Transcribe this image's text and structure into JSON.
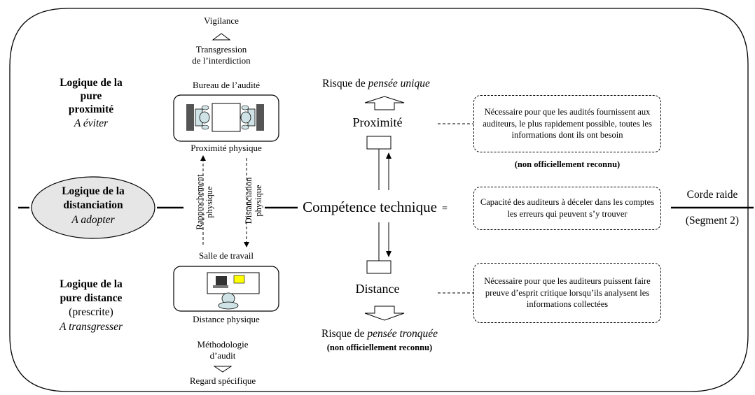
{
  "top": {
    "vigilance": "Vigilance",
    "transgression_line1": "Transgression",
    "transgression_line2": "de l’interdiction"
  },
  "left": {
    "pure_proximity_line1": "Logique de la",
    "pure_proximity_line2": "pure",
    "pure_proximity_line3": "proximité",
    "pure_proximity_advice": "A éviter",
    "distanciation_line1": "Logique de la",
    "distanciation_line2": "distanciation",
    "distanciation_advice": "A adopter",
    "pure_distance_line1": "Logique de la",
    "pure_distance_line2": "pure distance",
    "pure_distance_note": "(prescrite)",
    "pure_distance_advice": "A transgresser"
  },
  "center": {
    "office_title": "Bureau de l’audité",
    "physical_proximity": "Proximité physique",
    "rapprochement_line1": "Rapprochement",
    "rapprochement_line2": "physique",
    "distanciation_line1": "Distanciation",
    "distanciation_line2": "physique",
    "workroom_title": "Salle de travail",
    "physical_distance": "Distance physique",
    "methodology_line1": "Méthodologie",
    "methodology_line2": "d’audit",
    "specific_view": "Regard spécifique"
  },
  "axis": {
    "risk_top_prefix": "Risque de ",
    "risk_top_italic": "pensée unique",
    "proximity": "Proximité",
    "competence": "Compétence technique",
    "equals": "=",
    "distance": "Distance",
    "risk_bottom_prefix": "Risque de ",
    "risk_bottom_italic": "pensée tronquée",
    "risk_bottom_note": "(non officiellement reconnu)"
  },
  "right": {
    "box_top": "Nécessaire pour que les audités fournissent aux auditeurs, le plus rapidement possible, toutes les informations dont ils ont besoin",
    "box_top_note": "(non officiellement reconnu)",
    "box_middle": "Capacité des auditeurs à déceler dans les comptes les erreurs qui peuvent s’y trouver",
    "box_bottom": "Nécessaire pour que les auditeurs puissent faire preuve d’esprit critique lorsqu’ils analysent les informations collectées",
    "tightrope": "Corde raide",
    "segment": "(Segment 2)"
  },
  "colors": {
    "ellipse_fill": "#e6e6e6",
    "desk_dark": "#555555",
    "person_fill": "#cfe3e6",
    "note_yellow": "#ffff00"
  }
}
